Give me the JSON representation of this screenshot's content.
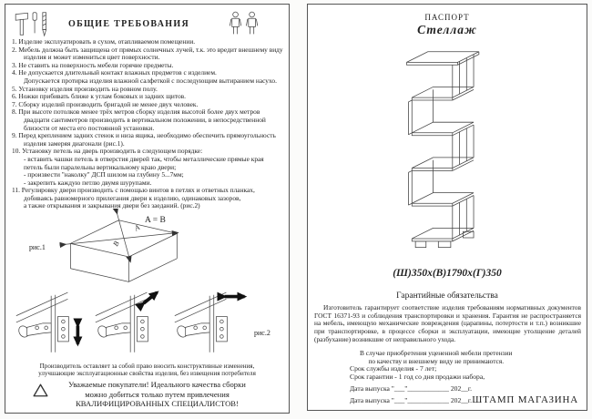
{
  "colors": {
    "ink": "#222222",
    "line": "#454545",
    "arrow": "#111111",
    "page_bg": "#ffffff"
  },
  "icons": {
    "header_left": "tools-icon",
    "header_right": "two-people-icon",
    "warning": "warning-triangle-icon"
  },
  "left_page": {
    "title": "ОБЩИЕ ТРЕБОВАНИЯ",
    "items": [
      "1. Изделие эксплуатировать в сухом, отапливаемом помещении.",
      "2. Мебель должна быть защищена от прямых солнечных лучей, т.к. это вредит внешнему виду изделия и может измениться цвет поверхности.",
      "3. Не ставить на поверхность мебели горячие предметы.",
      "4. Не допускается длительный контакт влажных предметов с изделием.\nДопускается протирка изделия влажной салфеткой с последующим вытиранием насухо.",
      "5. Установку изделия производить на ровном полу.",
      "6. Ножки прибивать ближе к углам боковых и задних щитов.",
      "7. Сборку изделий производить бригадой не менее двух человек.",
      "8. При высоте потолков менее трёх метров сборку изделия высотой более двух метров двадцати сантиметров производить в вертикальном положении, в непосредственной близости от места его постоянной установки.",
      "9. Перед креплением задних стенок и низа ящика, необходимо обеспечить прямоугольность изделия замеряя диагонали (рис.1).",
      "10. Установку петель на дверь производить в следующем порядке:\n- вставить чашки петель в отверстия дверей так, чтобы металлические прямые края\nпетель были паралельны вертикальному краю двери;\n- произвести \"наколку\" ДСП шилом на глубину 5...7мм;\n- закрепить каждую петлю двумя шурупами.",
      "11. Регулировку двери производить с помощью винтов в петлях и ответных планках,\nдобиваясь равномерного прилегания двери к изделию, одинаковых зазоров,\nа также открывания и закрывания двери без заеданий. (рис.2)"
    ],
    "fig1": {
      "label": "рис.1",
      "formula": "A = B",
      "diag_a": "A",
      "diag_b": "B"
    },
    "fig2": {
      "label": "рис.2"
    },
    "manufacturer_note": "Производитель оставляет за собой право вносить конструктивные изменения,\nулучшающие эксплуатационные свойства изделия, без извещения потребителя",
    "warning": "Уважаемые покупатели! Идеального качества сборки\nможно добиться только путем привлечения\nКВАЛИФИЦИРОВАННЫХ СПЕЦИАЛИСТОВ!"
  },
  "right_page": {
    "doc_title": "ПАСПОРТ",
    "product_name": "Стеллаж",
    "dimensions": "(Ш)350х(В)1790х(Г)350",
    "warranty_title": "Гарантийные обязательства",
    "warranty_text": "Изготовитель гарантирует соответствие изделия требованиям нормативных документов ГОСТ 16371-93 и соблюдения транспортировки и хранения. Гарантия не распространяется на мебель, имеющую механические повреждения (царапины, потертости и т.п.) возникшие при транспортировке, в процессе сборки и эксплуатации, имеющие утолщение деталей (разбухание) возникшие от неправильного ухода.",
    "discount_note": "В случае приобретения уцененной мебели претензии\nпо качеству и внешнему виду не принимаются.",
    "service_life": "Срок службы изделия - 7 лет;",
    "warranty_period": "Срок гарантии - 1 год со дня продажи набора,",
    "date_line1": "Дата выпуска \"___\"____________ 202__г.",
    "date_line2": "Дата выпуска \"___\"____________ 202__г.",
    "stamp": "ШТАМП МАГАЗИНА"
  }
}
